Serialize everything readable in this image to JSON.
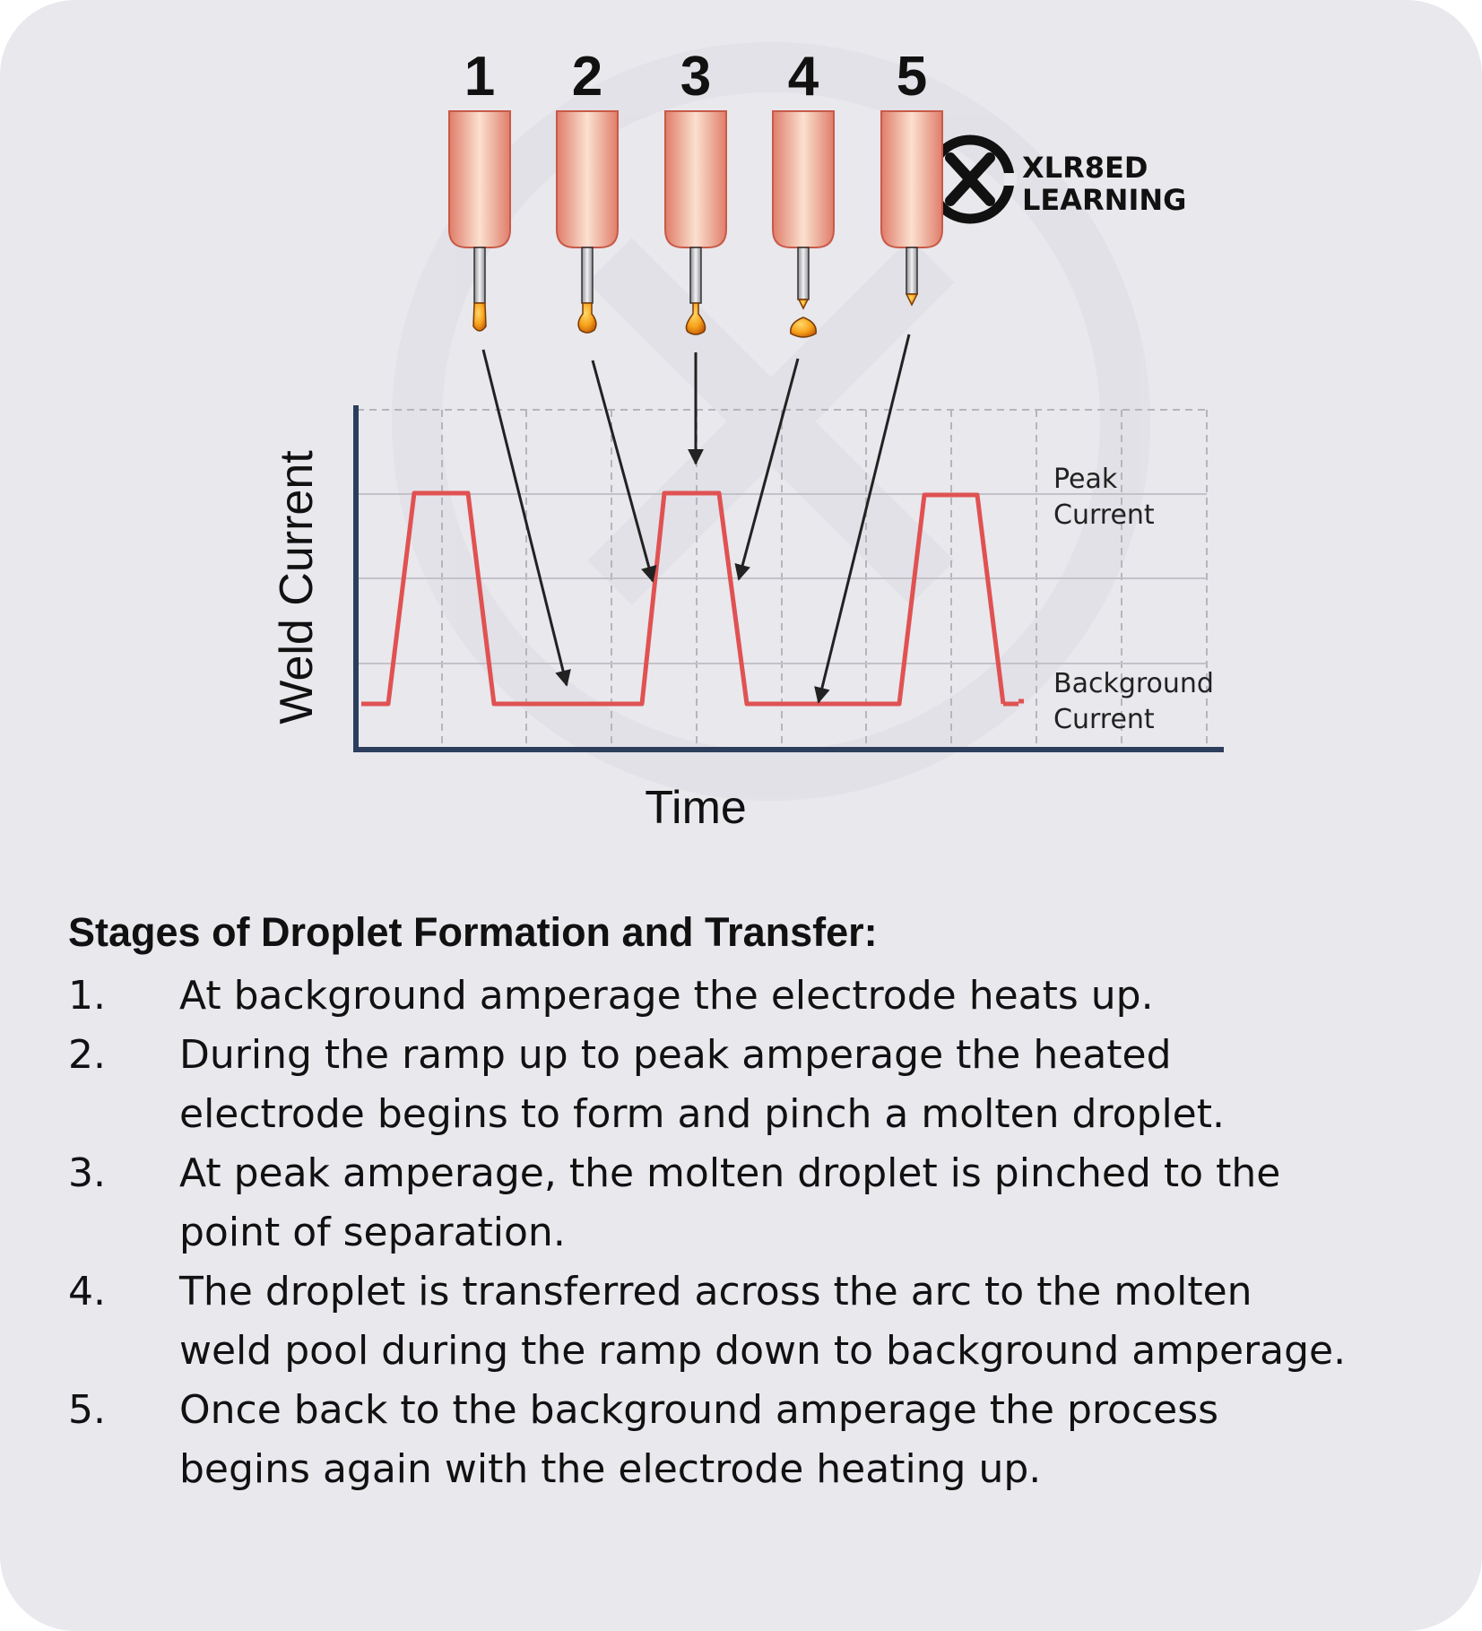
{
  "diagram": {
    "stage_numbers": [
      "1",
      "2",
      "3",
      "4",
      "5"
    ],
    "y_axis_label": "Weld Current",
    "x_axis_label": "Time",
    "peak_label": [
      "Peak",
      "Current"
    ],
    "background_label": [
      "Background",
      "Current"
    ],
    "logo": {
      "line1": "XLR8ED",
      "line2": "LEARNING",
      "icon": "x-circle-logo-icon"
    },
    "colors": {
      "waveform": "#e05252",
      "axis": "#2c3e5c",
      "electrode": "#e8967a",
      "droplet": "#f39c12",
      "arrow": "#222222"
    }
  },
  "stages": {
    "heading": "Stages of Droplet Formation and Transfer:",
    "items": [
      {
        "num": "1.",
        "lines": [
          "At background amperage the electrode heats up."
        ]
      },
      {
        "num": "2.",
        "lines": [
          "During the ramp up to peak amperage the heated",
          "electrode begins to form and pinch a molten droplet."
        ]
      },
      {
        "num": "3.",
        "lines": [
          "At peak amperage, the molten droplet is pinched to the",
          "point of separation."
        ]
      },
      {
        "num": "4.",
        "lines": [
          "The droplet is transferred across the arc to the molten",
          "weld pool during the ramp down to background amperage."
        ]
      },
      {
        "num": "5.",
        "lines": [
          "Once back to the background amperage the process",
          "begins again with the electrode heating up."
        ]
      }
    ]
  }
}
